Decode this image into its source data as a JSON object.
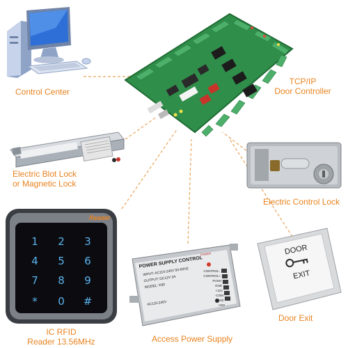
{
  "nodes": {
    "control_center": {
      "label": "Control Center"
    },
    "controller": {
      "label_line1": "TCP/IP",
      "label_line2": "Door Controller"
    },
    "bolt_lock": {
      "label_line1": "Electric Blot Lock",
      "label_line2": "or Magnetic Lock"
    },
    "control_lock": {
      "label": "Electric Control Lock"
    },
    "rfid": {
      "label_line1": "IC RFID",
      "label_line2": "Reader 13.56MHz",
      "brand": "Reader",
      "keys": [
        "1",
        "2",
        "3",
        "4",
        "5",
        "6",
        "7",
        "8",
        "9",
        "*",
        "0",
        "#"
      ]
    },
    "power": {
      "label": "Access Power Supply",
      "header": "POWER SUPPLY CONTROL",
      "spec1": "INPUT: AC110-240V  50-60HZ",
      "spec2": "OUTPUT: DC12V  3A",
      "spec3": "MODEL: K80",
      "ac": "AC110-240V",
      "power_tag": "POWER",
      "terminals": [
        "CONTROL-",
        "CONTROL+",
        "PUSH",
        "GND",
        "+12V",
        "-COM",
        "+NC",
        "+NO"
      ]
    },
    "exit": {
      "label": "Door Exit",
      "text1": "DOOR",
      "text2": "EXIT"
    }
  },
  "colors": {
    "label": "#e8821e",
    "link": "#e8a35a",
    "pcb": "#2f8f4a",
    "terminal": "#4db06a"
  }
}
